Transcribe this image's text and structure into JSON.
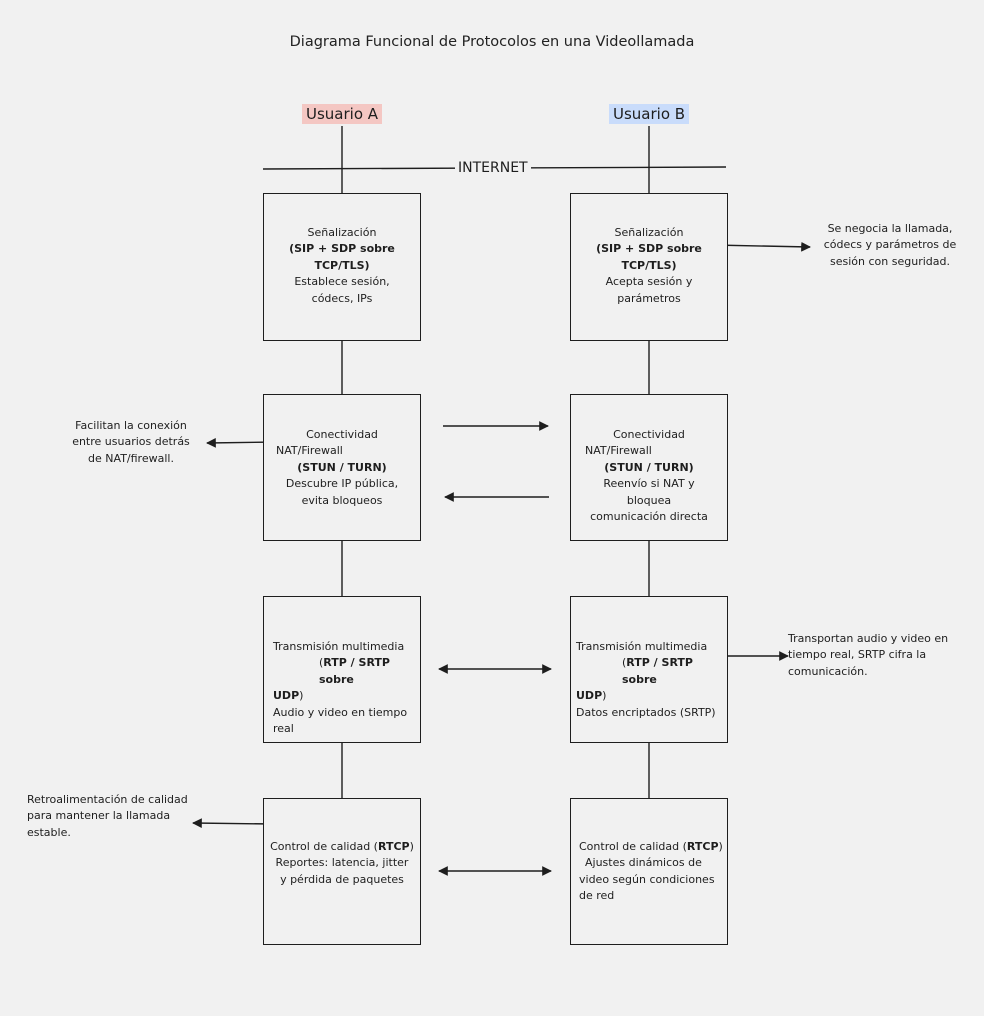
{
  "diagram": {
    "title": "Diagrama Funcional de Protocolos en una Videollamada",
    "internet_label": "INTERNET",
    "users": {
      "a": {
        "label": "Usuario A",
        "color": "#f4c7c3"
      },
      "b": {
        "label": "Usuario B",
        "color": "#c9dcfb"
      }
    },
    "a": {
      "signal": {
        "line1": "Señalización",
        "line2": "(SIP + SDP sobre",
        "line3": "TCP/TLS)",
        "line4": "Establece sesión,",
        "line5": "códecs, IPs"
      },
      "conn": {
        "line1": "Conectividad",
        "line2": "NAT/Firewall",
        "line3": "(STUN / TURN)",
        "line4": "Descubre IP pública,",
        "line5": "evita bloqueos"
      },
      "media": {
        "line1": "Transmisión multimedia",
        "line2a": "(",
        "line2b": "RTP / SRTP sobre",
        "line3a": "UDP",
        "line3b": ")",
        "line4": "Audio y video en tiempo",
        "line5": "real"
      },
      "quality": {
        "line1a": "Control de calidad (",
        "line1b": "RTCP",
        "line1c": ")",
        "line2": "Reportes: latencia, jitter",
        "line3": "y pérdida de paquetes"
      }
    },
    "b": {
      "signal": {
        "line1": "Señalización",
        "line2": "(SIP + SDP sobre",
        "line3": "TCP/TLS)",
        "line4": "Acepta sesión y",
        "line5": "parámetros"
      },
      "conn": {
        "line1": "Conectividad",
        "line2": "NAT/Firewall",
        "line3": "(STUN / TURN)",
        "line4": "Reenvío si NAT y",
        "line5": "bloquea",
        "line6": "comunicación directa"
      },
      "media": {
        "line1": "Transmisión multimedia",
        "line2a": "(",
        "line2b": "RTP / SRTP sobre",
        "line3a": "UDP",
        "line3b": ")",
        "line4": "Datos encriptados (SRTP)"
      },
      "quality": {
        "line1a": "Control de calidad (",
        "line1b": "RTCP",
        "line1c": ")",
        "line2": "Ajustes dinámicos de",
        "line3": "video según condiciones",
        "line4": "de red"
      }
    },
    "notes": {
      "signal": {
        "line1": "Se negocia la llamada,",
        "line2": "códecs y parámetros de",
        "line3": "sesión con seguridad."
      },
      "conn": {
        "line1": "Facilitan la conexión",
        "line2": "entre usuarios detrás",
        "line3": "de NAT/firewall."
      },
      "media": {
        "line1": "Transportan audio y video en",
        "line2": "tiempo real, SRTP cifra la",
        "line3": "comunicación."
      },
      "quality": {
        "line1": "Retroalimentación de calidad",
        "line2": "para mantener la llamada",
        "line3": "estable."
      }
    }
  }
}
